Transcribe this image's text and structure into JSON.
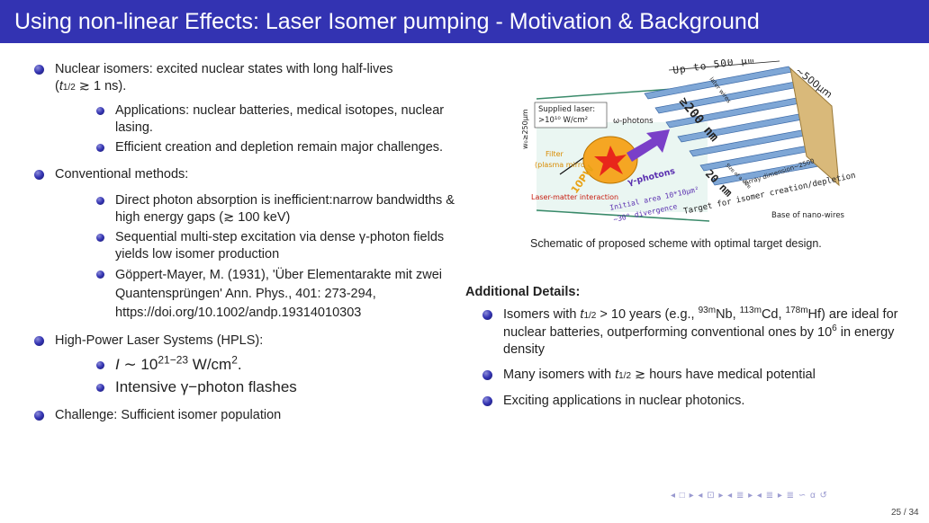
{
  "title": "Using non-linear Effects: Laser Isomer pumping - Motivation & Background",
  "left": {
    "b1": {
      "text": "Nuclear isomers: excited nuclear states with long half-lives",
      "cond_open": "(",
      "t": "t",
      "t_sub": "1/2",
      "cond_rest": " ≳ 1 ns).",
      "subs": [
        "Applications: nuclear batteries, medical isotopes, nuclear lasing.",
        "Efficient creation and depletion remain major challenges."
      ]
    },
    "b2": {
      "text": "Conventional methods:",
      "sub1": "Direct photon absorption is inefficient:narrow bandwidths & high energy gaps (≳ 100 keV)",
      "sub2": "Sequential multi-step excitation via dense γ-photon fields yields low isomer production",
      "sub3": "Göppert-Mayer, M. (1931), 'Über Elementarakte mit zwei Quantensprüngen' Ann. Phys., 401: 273-294, https://doi.org/10.1002/andp.19314010303"
    },
    "b3": {
      "text": "High-Power Laser Systems (HPLS):",
      "sub1_I": "I",
      "sub1_a": " ∼ 10",
      "sub1_exp": "21−23",
      "sub1_b": " W/cm",
      "sub1_exp2": "2",
      "sub1_c": ".",
      "sub2": "Intensive γ−photon flashes"
    },
    "b4": {
      "text": "Challenge: Sufficient isomer population"
    }
  },
  "figure": {
    "caption": "Schematic of proposed scheme with optimal target design.",
    "labels": {
      "up_to": "Up to 500 μm",
      "size500": "~500μm",
      "w0": "w₀≥250μm",
      "supplied": "Supplied laser:",
      "intensity": ">10¹⁰ W/cm²",
      "omega": "ω-photons",
      "nm200": "≥200 nm",
      "laterwires": "later wires",
      "filter": "Filter",
      "plasma_mirror": "(plasma mirror)",
      "pw10": "10PW",
      "gamma": "γ-photons",
      "lmi": "Laser-matter interaction",
      "init_area": "Initial area 10*10μm²",
      "divergence": "~30° divergence",
      "nm20": "20 nm",
      "size_wire": "Size of a wire",
      "array_dim": "Array dimension~2500",
      "target": "Target for isomer creation/depletion",
      "base": "Base of nano-wires"
    }
  },
  "additional": {
    "heading": "Additional Details:",
    "i1": {
      "a": "Isomers with ",
      "t": "t",
      "t_sub": "1/2",
      "b": " > 10 years (e.g., ",
      "s1": "93m",
      "e1": "Nb, ",
      "s2": "113m",
      "e2": "Cd, ",
      "s3": "178m",
      "e3": "Hf) are ideal for nuclear batteries, outperforming conventional ones by 10",
      "s4": "6",
      "e4": " in energy density"
    },
    "i2": {
      "a": "Many isomers with ",
      "t": "t",
      "t_sub": "1/2",
      "b": " ≳ hours have medical potential"
    },
    "i3": "Exciting applications in nuclear photonics."
  },
  "footer": {
    "nav": "◂ □ ▸ ◂ ⊡ ▸ ◂ ≣ ▸ ◂ ≣ ▸ ≣ ∽ α ↺",
    "page": "25 / 34"
  },
  "colors": {
    "accent": "#3333b2",
    "bullet": "#3333b2",
    "laser_orange": "#e8a317",
    "gamma_purple": "#7a3fc8"
  }
}
